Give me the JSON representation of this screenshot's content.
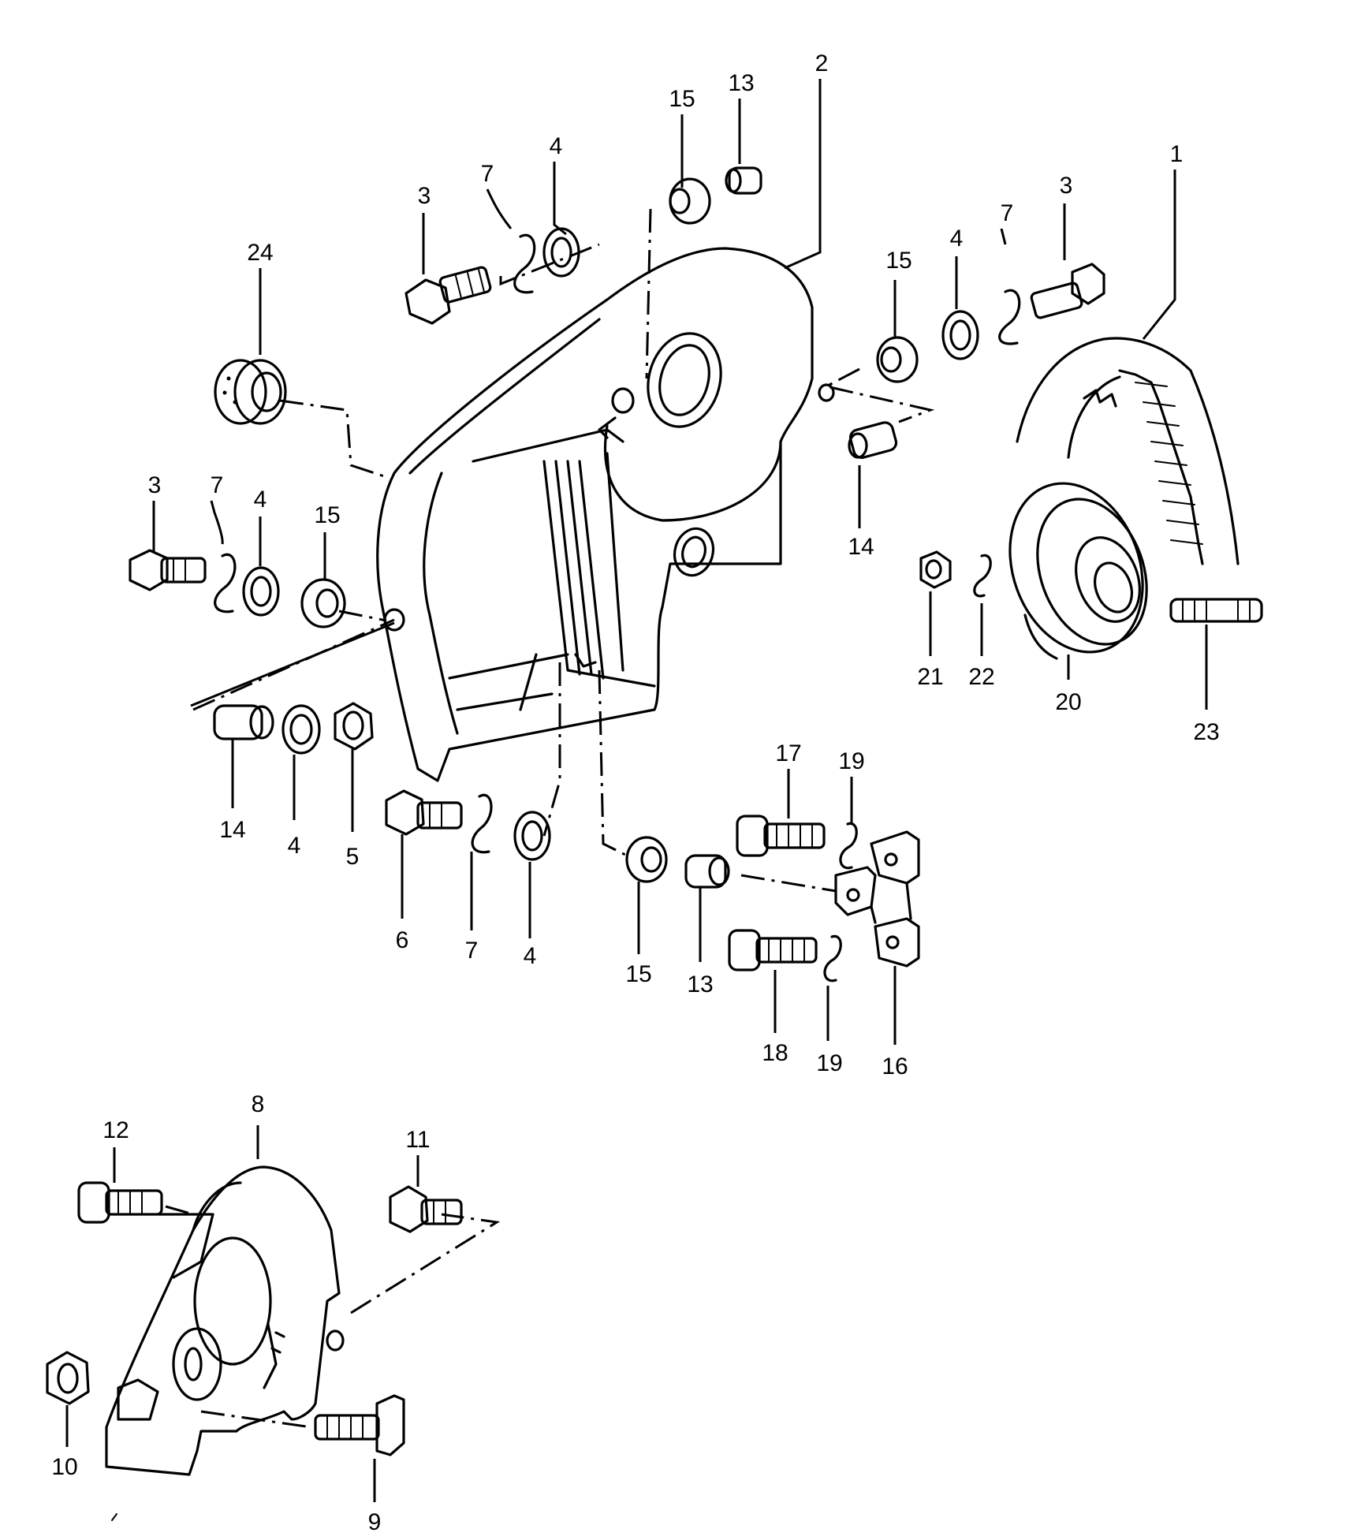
{
  "diagram": {
    "callouts": [
      "1",
      "2",
      "3",
      "3",
      "3",
      "4",
      "4",
      "4",
      "4",
      "4",
      "5",
      "6",
      "7",
      "7",
      "7",
      "7",
      "8",
      "9",
      "10",
      "11",
      "12",
      "13",
      "13",
      "14",
      "14",
      "15",
      "15",
      "15",
      "15",
      "16",
      "17",
      "18",
      "19",
      "19",
      "20",
      "21",
      "22",
      "23",
      "24"
    ],
    "parts": [
      "timing-belt",
      "upper-timing-cover",
      "bolt",
      "washer",
      "spring-washer",
      "grommet",
      "spacer",
      "nut",
      "tensioner-pulley",
      "stud",
      "lower-cover",
      "bracket"
    ]
  }
}
